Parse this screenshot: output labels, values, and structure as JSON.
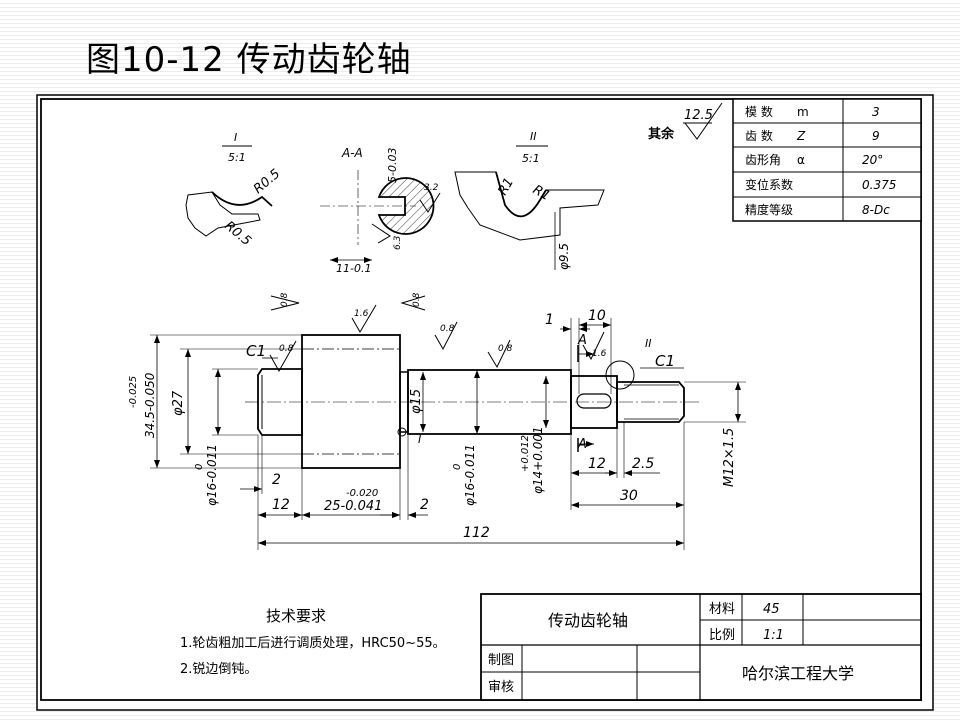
{
  "slide": {
    "title": "图10-12 传动齿轮轴"
  },
  "roughness": {
    "general_value": "12.5",
    "general_label": "其余"
  },
  "params": {
    "rows": [
      {
        "name": "模 数",
        "symbol": "m",
        "value": "3"
      },
      {
        "name": "齿 数",
        "symbol": "Z",
        "value": "9"
      },
      {
        "name": "齿形角",
        "symbol": "α",
        "value": "20°"
      },
      {
        "name": "变位系数",
        "symbol": "",
        "value": "0.375"
      },
      {
        "name": "精度等级",
        "symbol": "",
        "value": "8-Dc"
      }
    ]
  },
  "details": {
    "detail1": {
      "label": "I",
      "scale": "5:1",
      "r1": "R0.5",
      "r2": "R0.5"
    },
    "section": {
      "label": "A-A",
      "depth": "5-0.03",
      "width": "11-0.1",
      "ra1": "3.2",
      "ra2": "6.3"
    },
    "detail2": {
      "label": "II",
      "scale": "5:1",
      "r1": "R1",
      "r2": "R1",
      "dia": "φ9.5"
    }
  },
  "main_view": {
    "ra": [
      "0.8",
      "1.6",
      "0.8",
      "0.8",
      "0.8",
      "1.6",
      "0.8"
    ],
    "chamfer_left": "C1",
    "chamfer_right": "C1",
    "section_mark": "A",
    "detail1_mark": "I",
    "detail2_mark": "II",
    "dims": {
      "gear_od": "34.5-0.050",
      "gear_od_tol": "-0.025",
      "root_dia": "φ27",
      "left_journal": "φ16-0.011",
      "left_journal_tol": "0",
      "mid_dia": "φ15",
      "right_journal": "φ16-0.011",
      "right_journal_tol": "0",
      "key_dia": "φ14+0.001",
      "key_dia_tol": "+0.012",
      "thread": "M12×1.5",
      "d2": "2",
      "d12": "12",
      "d25": "25-0.041",
      "d25_tol": "-0.020",
      "d2b": "2",
      "d112": "112",
      "d1": "1",
      "d10": "10",
      "d12b": "12",
      "d25b": "2.5",
      "d30": "30"
    }
  },
  "tech_req": {
    "title": "技术要求",
    "items": [
      "1.轮齿粗加工后进行调质处理，HRC50~55。",
      "2.锐边倒钝。"
    ]
  },
  "title_block": {
    "part_name": "传动齿轮轴",
    "material_label": "材料",
    "material_value": "45",
    "scale_label": "比例",
    "scale_value": "1:1",
    "drawn_label": "制图",
    "checked_label": "审核",
    "organization": "哈尔滨工程大学"
  }
}
